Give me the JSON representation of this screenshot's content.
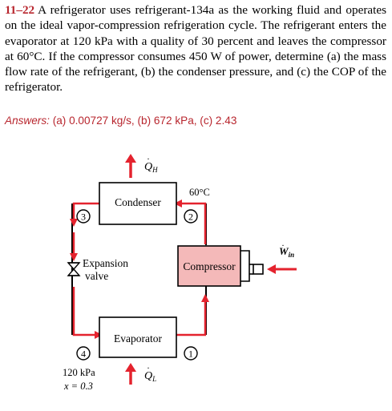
{
  "problem": {
    "number": "11–22",
    "text": "A refrigerator uses refrigerant-134a as the working fluid and operates on the ideal vapor-compression refrigeration cycle. The refrigerant enters the evaporator at 120 kPa with a quality of 30 percent and leaves the compressor at 60°C. If the compressor consumes 450 W of power, determine (a) the mass flow rate of the refrigerant, (b) the condenser pressure, and (c) the COP of the refrigerator."
  },
  "answers": {
    "label": "Answers:",
    "text": "(a) 0.00727 kg/s, (b) 672 kPa, (c) 2.43"
  },
  "diagram": {
    "condenser_label": "Condenser",
    "evaporator_label": "Evaporator",
    "compressor_label": "Compressor",
    "expansion_line1": "Expansion",
    "expansion_line2": "valve",
    "temp_label": "60°C",
    "pressure_label": "120 kPa",
    "quality_label": "x = 0.3",
    "qh_label": "Q",
    "qh_sub": "H",
    "ql_label": "Q",
    "ql_sub": "L",
    "win_label": "W",
    "win_sub": "in",
    "state_1": "1",
    "state_2": "2",
    "state_3": "3",
    "state_4": "4"
  },
  "colors": {
    "accent_red": "#b8262e",
    "pipe": "#000000",
    "compressor_fill": "#f4b9b9"
  }
}
